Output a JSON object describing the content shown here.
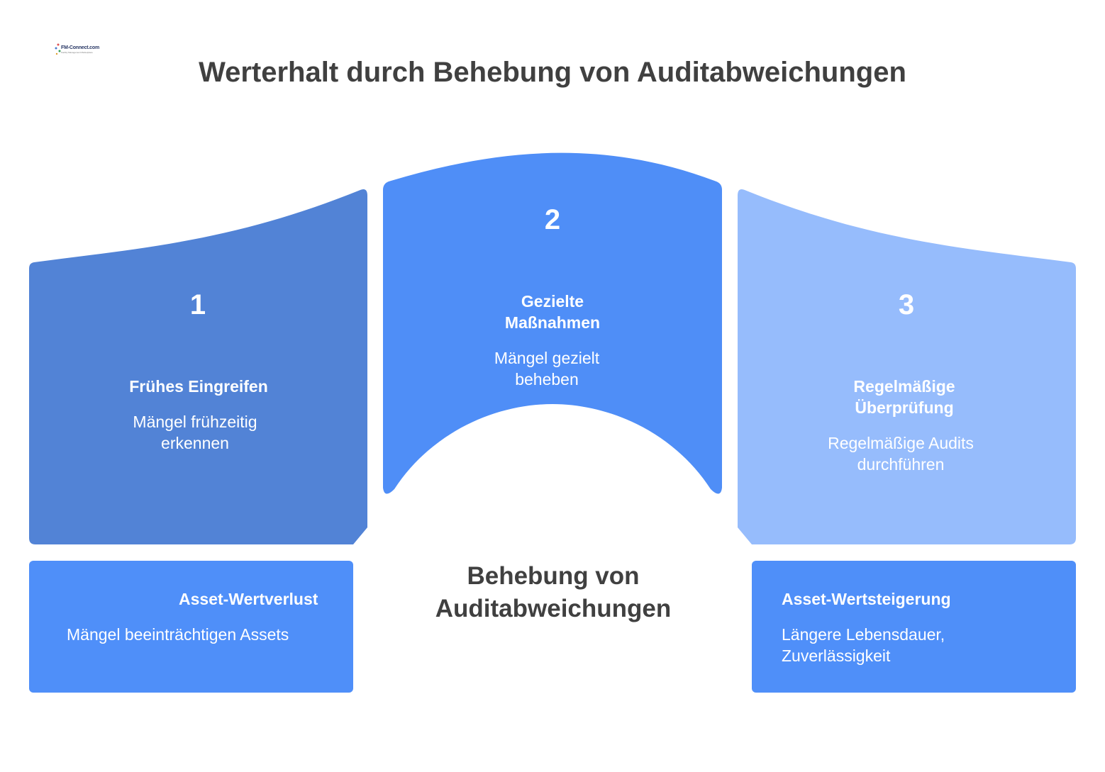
{
  "title": "Werterhalt durch Behebung von Auditabweichungen",
  "logo": {
    "name": "FM-Connect.com",
    "tagline": "Facility Management Marketplace"
  },
  "center_label": "Behebung von Auditabweichungen",
  "steps": [
    {
      "number": "1",
      "heading": "Frühes Eingreifen",
      "description": "Mängel frühzeitig erkennen"
    },
    {
      "number": "2",
      "heading": "Gezielte Maßnahmen",
      "description": "Mängel gezielt beheben"
    },
    {
      "number": "3",
      "heading": "Regelmäßige Überprüfung",
      "description": "Regelmäßige Audits durchführen"
    }
  ],
  "outcomes": [
    {
      "heading": "Asset-Wertverlust",
      "description": "Mängel beeinträchtigen Assets"
    },
    {
      "heading": "Asset-Wertsteigerung",
      "description": "Längere Lebensdauer, Zuverlässigkeit"
    }
  ],
  "colors": {
    "step1": "#5283d6",
    "step2": "#4f8ef7",
    "step3": "#96bcfc",
    "outcome": "#4f8ff9",
    "title": "#404040"
  }
}
